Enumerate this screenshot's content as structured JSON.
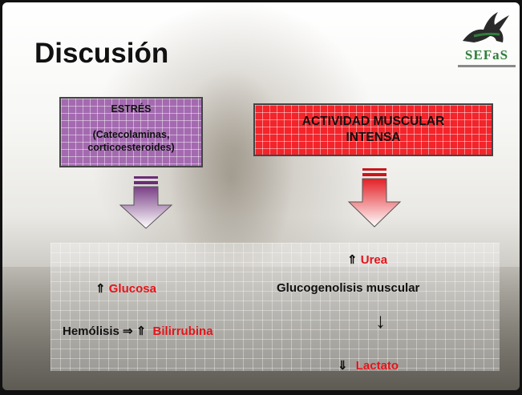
{
  "slide": {
    "title": "Discusión",
    "logo": {
      "name": "SEFaS"
    },
    "stress_box": {
      "line1": "ESTRÉS",
      "line2": "(Catecolaminas,",
      "line3": "corticoesteroides)",
      "color": "#a46ab0"
    },
    "muscle_box": {
      "line1": "ACTIVIDAD MUSCULAR",
      "line2": "INTENSA",
      "color": "#f3242a"
    },
    "left_results": {
      "glucose_symbol": "⇑",
      "glucose_label": "Glucosa",
      "hemolysis_label": "Hemólisis ⇒",
      "bilirubin_symbol": "⇑",
      "bilirubin_label": "Bilirrubina"
    },
    "right_results": {
      "urea_symbol": "⇑",
      "urea_label": "Urea",
      "glycogenolysis_label": "Glucogenolisis muscular",
      "down_arrow": "↓",
      "lactate_symbol": "⇓",
      "lactate_label": "Lactato"
    },
    "accent_red": "#e5141a"
  }
}
